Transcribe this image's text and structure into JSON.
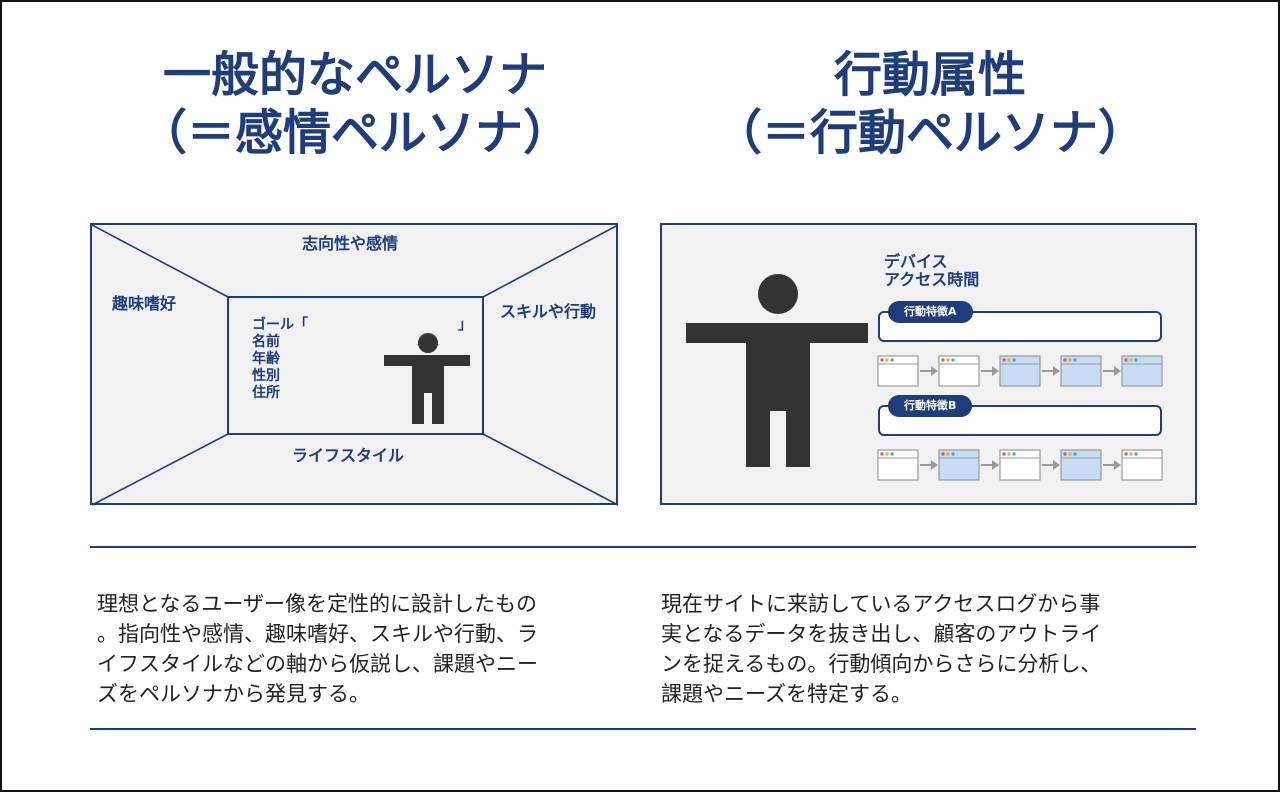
{
  "left": {
    "title_line1": "一般的なペルソナ",
    "title_line2": "（＝感情ペルソナ）",
    "diagram": {
      "top_label": "志向性や感情",
      "left_label": "趣味嗜好",
      "right_label": "スキルや行動",
      "bottom_label": "ライフスタイル",
      "goal_open": "ゴール「",
      "goal_close": "」",
      "fields": [
        "名前",
        "年齢",
        "性別",
        "住所"
      ]
    },
    "description": [
      "理想となるユーザー像を定性的に設計したもの",
      "。指向性や感情、趣味嗜好、スキルや行動、ラ",
      "イフスタイルなどの軸から仮説し、課題やニー",
      "ズをペルソナから発見する。"
    ]
  },
  "right": {
    "title_line1": "行動属性",
    "title_line2": "（＝行動ペルソナ）",
    "diagram": {
      "device_line1": "デバイス",
      "device_line2": "アクセス時間",
      "feature_a": "行動特徴A",
      "feature_b": "行動特徴B",
      "row_a_highlight": [
        false,
        false,
        true,
        true,
        true
      ],
      "row_b_highlight": [
        false,
        true,
        false,
        true,
        false
      ]
    },
    "description": [
      "現在サイトに来訪しているアクセスログから事",
      "実となるデータを抜き出し、顧客のアウトライ",
      "ンを捉えるもの。行動傾向からさらに分析し、",
      "課題やニーズを特定する。"
    ]
  },
  "colors": {
    "navy": "#1f3d7a",
    "panel_bg": "#f1f1f1",
    "figure": "#333333",
    "window_highlight": "#c9dcf5",
    "window_plain": "#ffffff",
    "dot_red": "#e05a5a",
    "dot_yellow": "#e0b43a",
    "dot_blue": "#3aaee0"
  }
}
